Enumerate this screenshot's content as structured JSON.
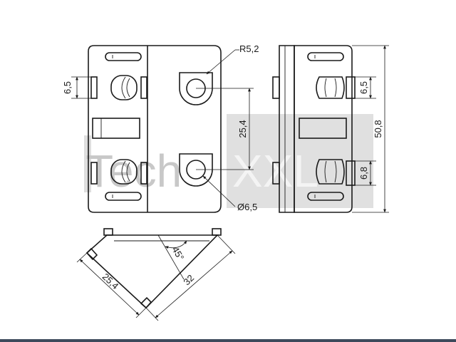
{
  "dimensions": {
    "radius_label": "R5,2",
    "slot_width_left_label": "6,5",
    "hole_spacing_label": "25,4",
    "hole_diameter_label": "Ø6,5",
    "slot_width_right_label": "6,5",
    "total_height_label": "50,8",
    "lower_slot_label": "6,8",
    "angle_label": "45°",
    "side_length_label": "25,4",
    "diagonal_length_label": "32"
  },
  "watermark": {
    "text_a": "Tech",
    "text_b": "XXL"
  },
  "colors": {
    "line": "#1a1a1a",
    "watermark_box": "#cfcfcf",
    "watermark_text": "#c8c8c8",
    "bottom_bar": "#3d4a5c"
  }
}
